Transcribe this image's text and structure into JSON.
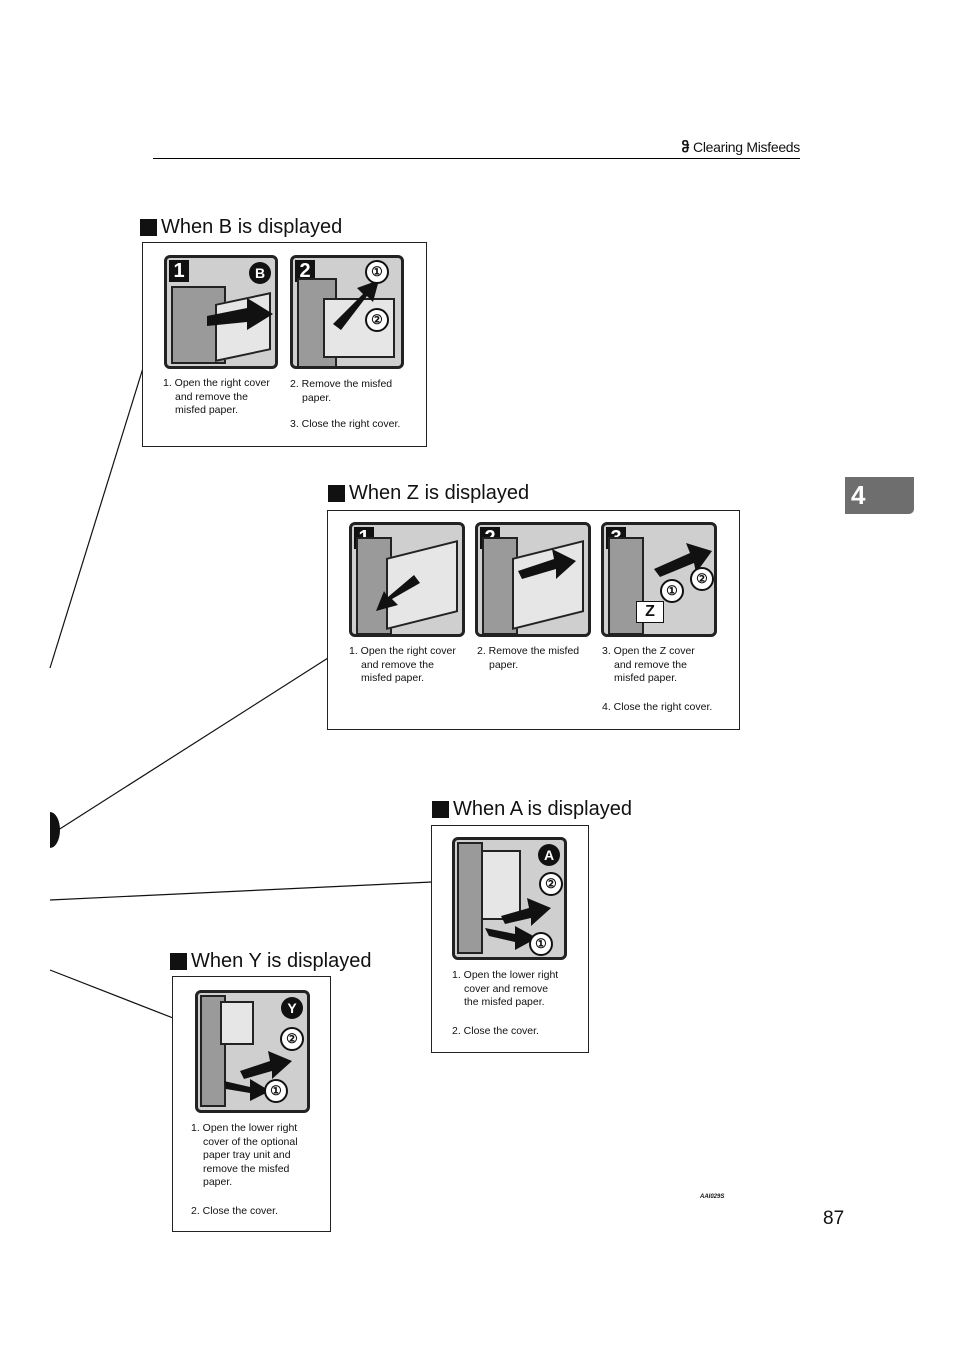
{
  "header": {
    "title": "Clearing Misfeeds",
    "icon": "clearing-misfeeds-icon"
  },
  "chapter_tab": "4",
  "page_number": "87",
  "image_code": "AAI029S",
  "sections": {
    "b": {
      "heading": "When B is displayed",
      "badge": "B",
      "steps": [
        "1",
        "2"
      ],
      "callouts": [
        "①",
        "②"
      ],
      "text1": [
        "1. Open the right cover",
        "and remove the",
        "misfed paper."
      ],
      "text2": [
        "2. Remove the misfed",
        "paper."
      ],
      "text3": "3. Close the right cover."
    },
    "z": {
      "heading": "When Z is displayed",
      "steps": [
        "1",
        "2",
        "3"
      ],
      "callouts": [
        "①",
        "②"
      ],
      "zlabel": "Z",
      "text1": [
        "1. Open the right cover",
        "and remove the",
        "misfed paper."
      ],
      "text2": [
        "2. Remove the misfed",
        "paper."
      ],
      "text3": [
        "3. Open the Z cover",
        "and remove the",
        "misfed paper."
      ],
      "text4": "4. Close the right cover."
    },
    "a": {
      "heading": "When A is displayed",
      "badge": "A",
      "callouts": [
        "②",
        "①"
      ],
      "text1": [
        "1. Open the lower right",
        "cover and remove",
        "the misfed paper."
      ],
      "text2": "2. Close the cover."
    },
    "y": {
      "heading": "When Y is displayed",
      "badge": "Y",
      "callouts": [
        "②",
        "①"
      ],
      "text1": [
        "1. Open the lower right",
        "cover of the optional",
        "paper tray unit and",
        "remove the misfed",
        "paper."
      ],
      "text2": "2. Close the cover."
    }
  }
}
